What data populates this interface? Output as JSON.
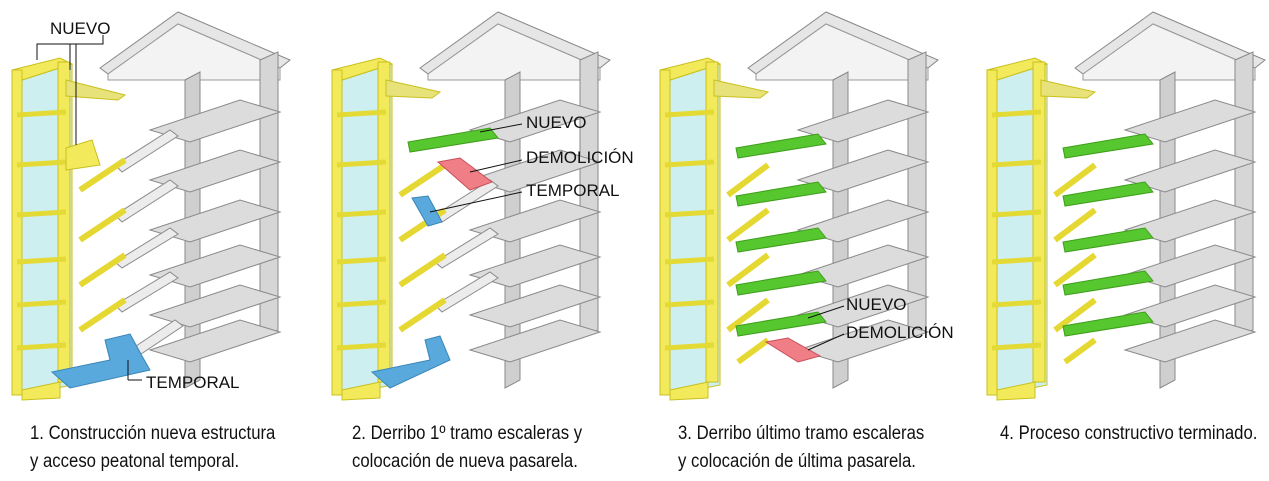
{
  "panels": [
    {
      "id": "step1",
      "caption_line1": "1. Construcción nueva estructura",
      "caption_line2": "y acceso peatonal temporal.",
      "labels": {
        "nuevo": "NUEVO",
        "temporal": "TEMPORAL"
      }
    },
    {
      "id": "step2",
      "caption_line1": "2. Derribo 1º tramo escaleras y",
      "caption_line2": "colocación de nueva pasarela.",
      "labels": {
        "nuevo": "NUEVO",
        "demolicion": "DEMOLICIÓN",
        "temporal": "TEMPORAL"
      }
    },
    {
      "id": "step3",
      "caption_line1": "3. Derribo último tramo escaleras",
      "caption_line2": "y colocación de última pasarela.",
      "labels": {
        "nuevo": "NUEVO",
        "demolicion": "DEMOLICIÓN"
      }
    },
    {
      "id": "step4",
      "caption_line1": "4. Proceso constructivo terminado.",
      "caption_line2": ""
    }
  ],
  "colors": {
    "yellow_structure": "#f2ea5a",
    "yellow_edge": "#c9c01e",
    "glass": "#cdeff0",
    "green_new": "#56c72e",
    "red_demolition": "#ef7e86",
    "blue_temporary": "#5aa9dc",
    "building_gray": "#d9d9d9",
    "building_edge": "#7a7a7a"
  }
}
